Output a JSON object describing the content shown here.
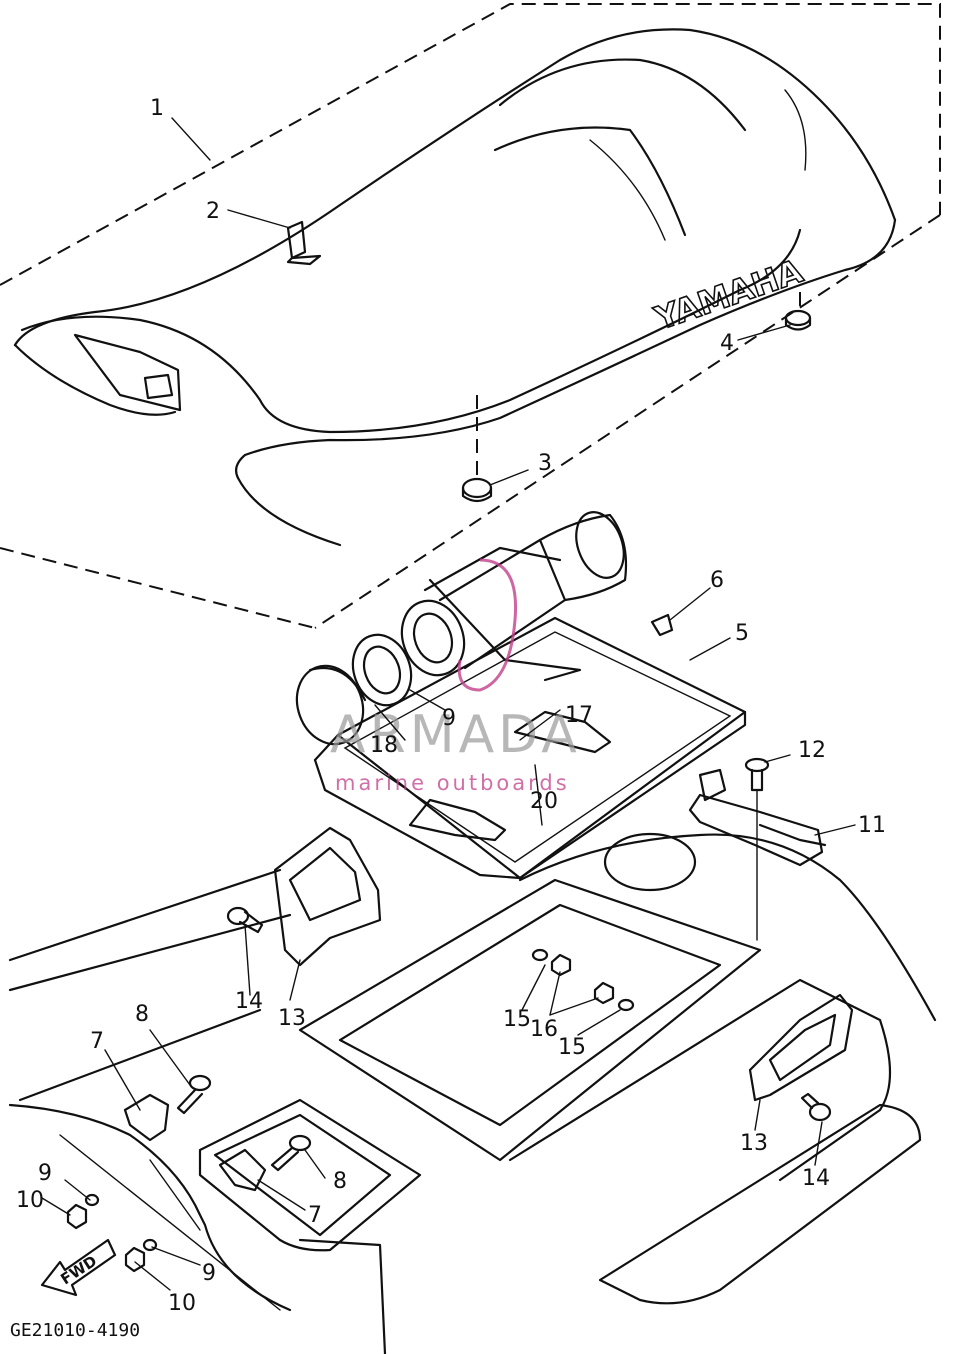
{
  "diagram_code": "GE21010-4190",
  "brand_text": "YAMAHA",
  "fwd_label": "FWD",
  "watermark": {
    "title": "ARMADA",
    "subtitle": "marine outboards",
    "color": "#c2408a"
  },
  "callouts": {
    "c1": "1",
    "c2": "2",
    "c3": "3",
    "c4": "4",
    "c5": "5",
    "c6": "6",
    "c7a": "7",
    "c7b": "7",
    "c8a": "8",
    "c8b": "8",
    "c9a": "9",
    "c9b": "9",
    "c9c": "9",
    "c10a": "10",
    "c10b": "10",
    "c11": "11",
    "c12": "12",
    "c13a": "13",
    "c13b": "13",
    "c14a": "14",
    "c14b": "14",
    "c15a": "15",
    "c15b": "15",
    "c16": "16",
    "c17": "17",
    "c18": "18",
    "c20": "20"
  }
}
